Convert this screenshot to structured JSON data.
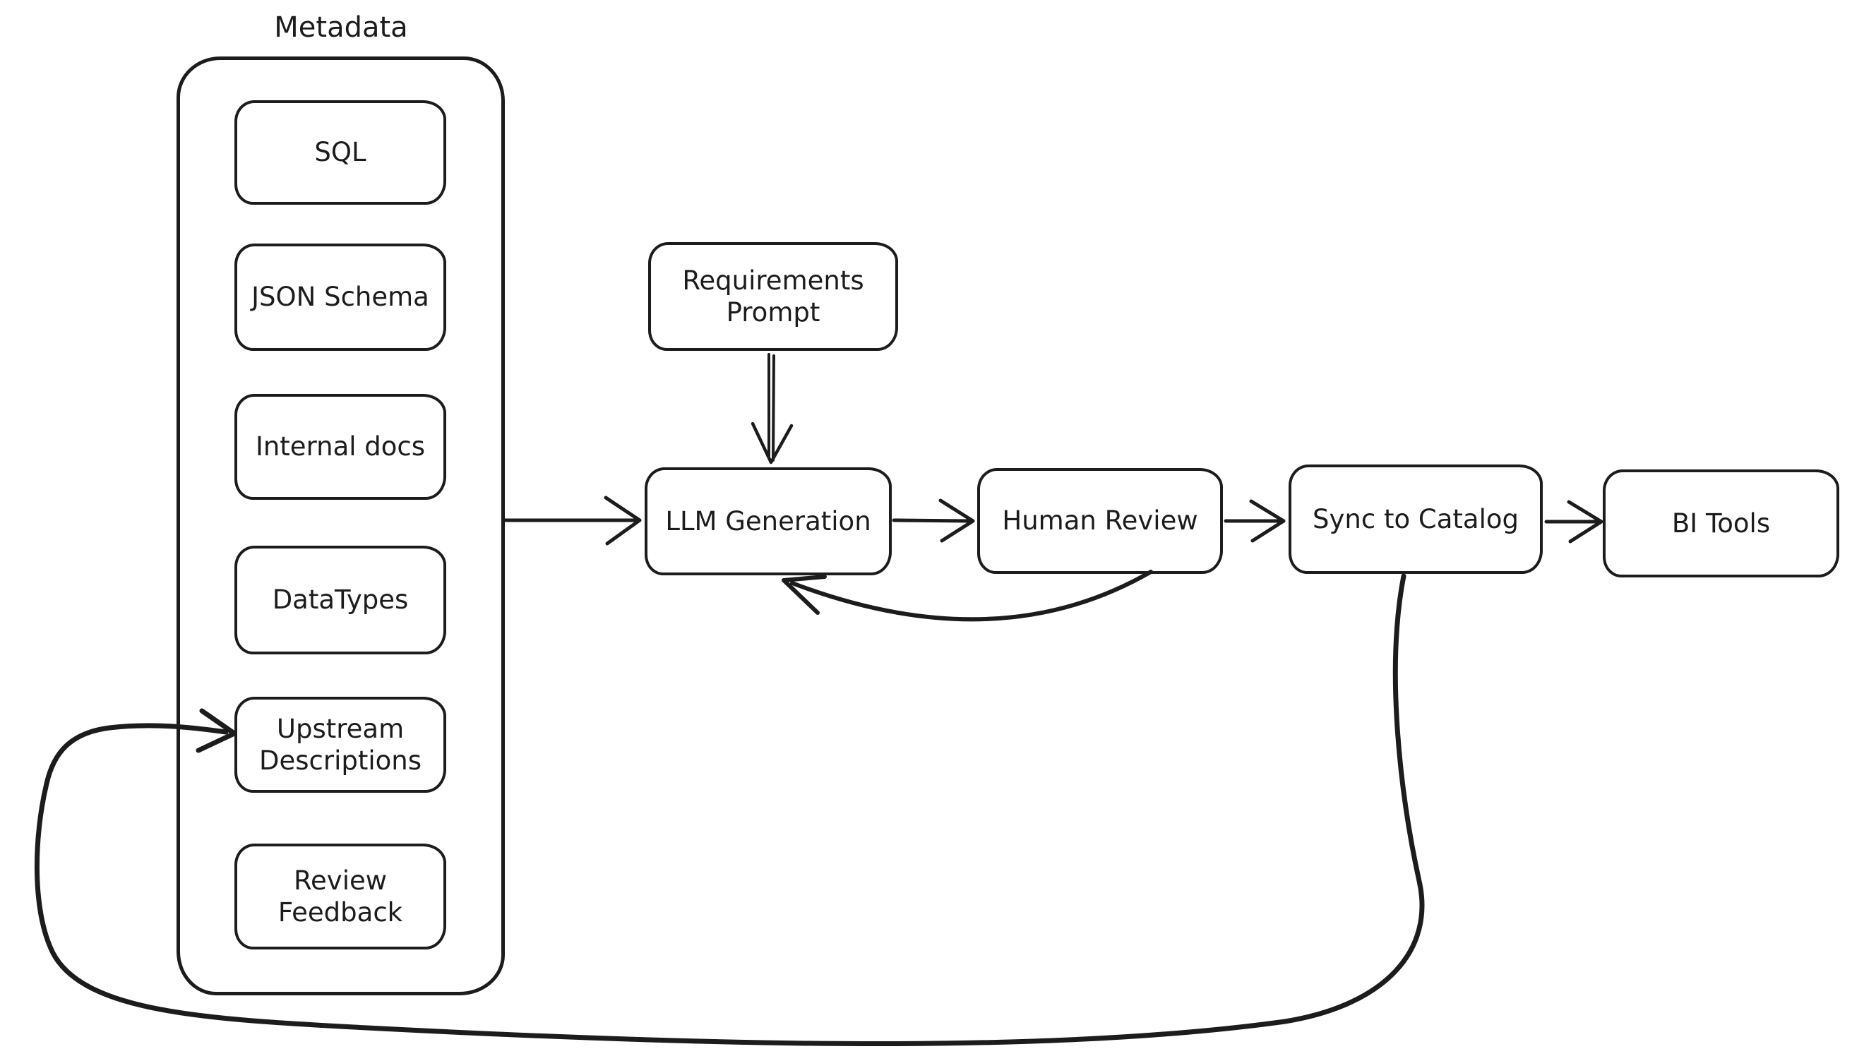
{
  "diagram": {
    "title": "Metadata",
    "metadata_items": [
      {
        "id": "sql",
        "label": "SQL"
      },
      {
        "id": "json-schema",
        "label": "JSON Schema"
      },
      {
        "id": "internal-docs",
        "label": "Internal docs"
      },
      {
        "id": "datatypes",
        "label": "DataTypes"
      },
      {
        "id": "upstream-descriptions",
        "label": "Upstream\nDescriptions"
      },
      {
        "id": "review-feedback",
        "label": "Review\nFeedback"
      }
    ],
    "nodes": [
      {
        "id": "requirements-prompt",
        "label": "Requirements\nPrompt"
      },
      {
        "id": "llm-generation",
        "label": "LLM Generation"
      },
      {
        "id": "human-review",
        "label": "Human Review"
      },
      {
        "id": "sync-to-catalog",
        "label": "Sync to Catalog"
      },
      {
        "id": "bi-tools",
        "label": "BI Tools"
      }
    ],
    "edges": [
      {
        "from": "metadata-group",
        "to": "llm-generation"
      },
      {
        "from": "requirements-prompt",
        "to": "llm-generation"
      },
      {
        "from": "llm-generation",
        "to": "human-review"
      },
      {
        "from": "human-review",
        "to": "llm-generation"
      },
      {
        "from": "human-review",
        "to": "sync-to-catalog"
      },
      {
        "from": "sync-to-catalog",
        "to": "bi-tools"
      },
      {
        "from": "sync-to-catalog",
        "to": "upstream-descriptions"
      }
    ],
    "colors": {
      "stroke": "#1c1c1c",
      "background": "#ffffff"
    }
  }
}
